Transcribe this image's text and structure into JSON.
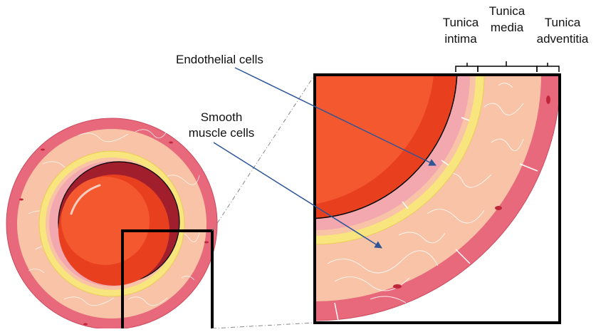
{
  "labels": {
    "endothelial": "Endothelial cells",
    "smooth_line1": "Smooth",
    "smooth_line2": "muscle cells",
    "intima_line1": "Tunica",
    "intima_line2": "intima",
    "media_line1": "Tunica",
    "media_line2": "media",
    "adventitia_line1": "Tunica",
    "adventitia_line2": "adventitia"
  },
  "colors": {
    "blood": "#e8401f",
    "blood_highlight": "#f4582f",
    "lumen_shadow": "#a11e2c",
    "endothelium": "#f2a8ae",
    "internal_elastic": "#f8e57e",
    "media": "#f8c3a6",
    "adventitia": "#e8697b",
    "outline": "#000000",
    "arrow": "#2f5597"
  }
}
